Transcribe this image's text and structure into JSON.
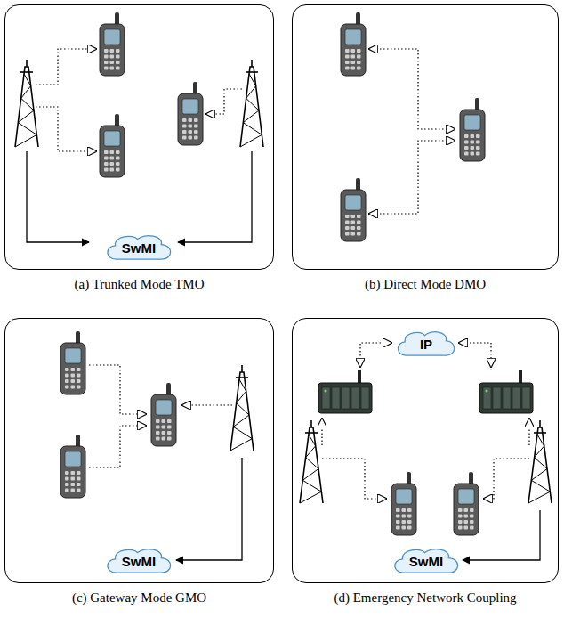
{
  "diagram": {
    "nodes": [
      {
        "text": [
          "(a) Trunked Mode TMO"
        ]
      },
      {
        "text": [
          "SwMI"
        ],
        "in": 0
      },
      {
        "text": [
          "(b) Direct Mode DMO"
        ]
      },
      {
        "text": [
          "(c) Gateway Mode GMO"
        ]
      },
      {
        "text": [
          "SwMI"
        ],
        "in": 3
      },
      {
        "text": [
          "(d) Emergency Network Coupling"
        ]
      },
      {
        "text": [
          "IP"
        ],
        "in": 5
      },
      {
        "text": [
          "SwMI"
        ],
        "in": 5
      }
    ]
  }
}
